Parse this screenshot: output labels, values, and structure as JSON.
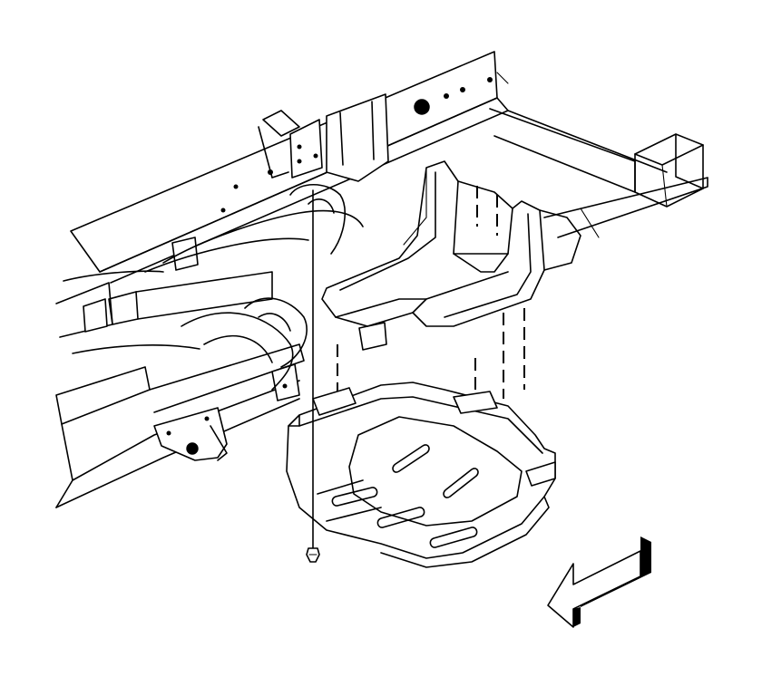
{
  "diagram": {
    "colors": {
      "line": "#000000",
      "background": "#ffffff"
    },
    "components": [
      {
        "id": "vehicle-frame"
      },
      {
        "id": "fuel-tank"
      },
      {
        "id": "fuel-tank-shield"
      },
      {
        "id": "shield-bolt"
      },
      {
        "id": "front-of-vehicle-arrow"
      }
    ]
  }
}
